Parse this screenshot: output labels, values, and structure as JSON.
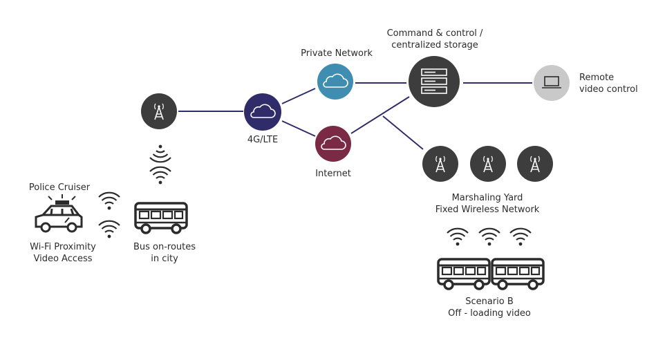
{
  "labels": {
    "command": [
      "Command & control /",
      "centralized storage"
    ],
    "remote": [
      "Remote",
      "video control"
    ],
    "private": "Private Network",
    "lte": "4G/LTE",
    "internet": "Internet",
    "yard": [
      "Marshaling Yard",
      "Fixed Wireless Network"
    ],
    "scenario": [
      "Scenario B",
      "Off - loading video"
    ],
    "police": "Police Cruiser",
    "wifi": [
      "Wi-Fi Proximity",
      "Video Access"
    ],
    "bus": [
      "Bus on-routes",
      "in city"
    ]
  },
  "colors": {
    "dark": "#3d3d3d",
    "lte": "#2f2c69",
    "private": "#3f8db0",
    "internet": "#7a2a45",
    "laptop_bg": "#c9c9c9",
    "line": "#2f2c69",
    "icon": "#2b2b2b"
  },
  "icons": [
    "tower-icon",
    "cloud-icon",
    "server-icon",
    "laptop-icon",
    "wifi-icon",
    "bus-icon",
    "police-car-icon"
  ]
}
